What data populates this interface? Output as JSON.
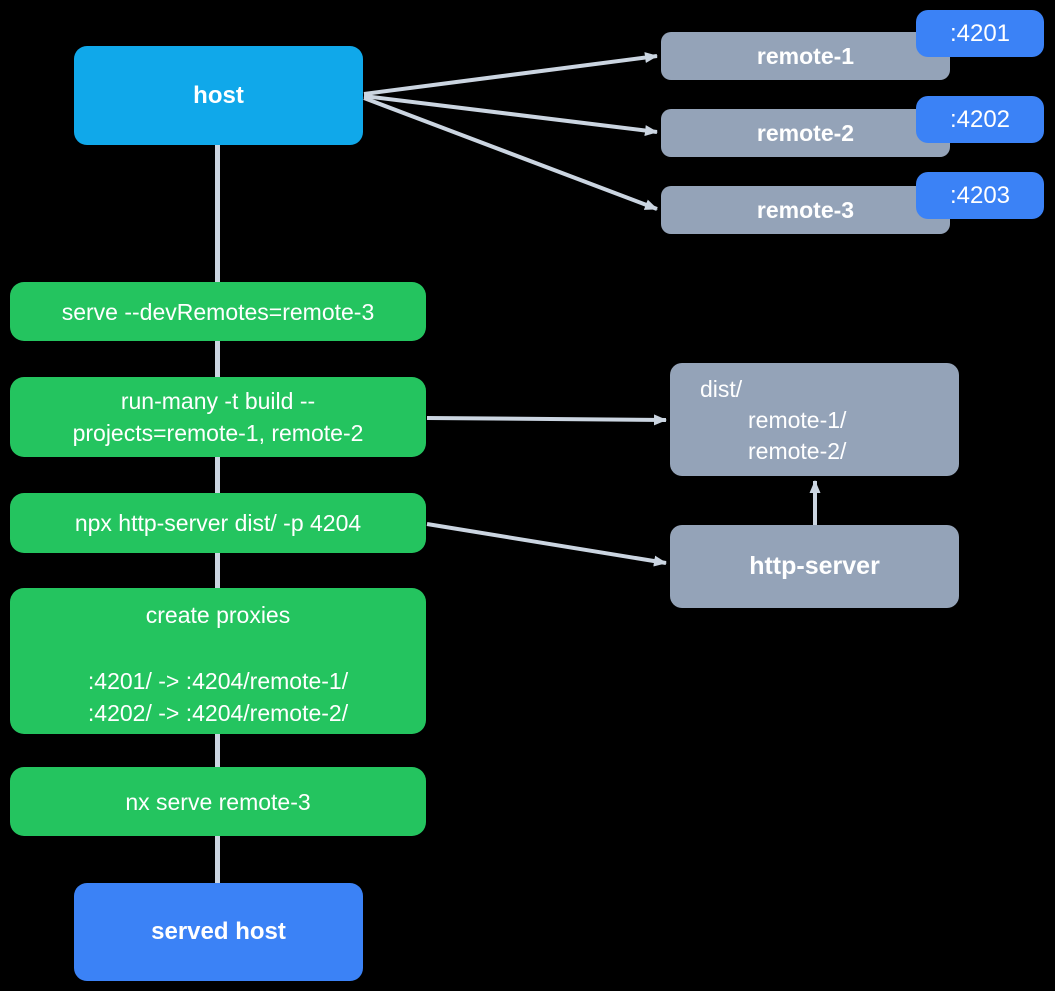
{
  "diagram": {
    "host": {
      "label": "host"
    },
    "remotes": [
      {
        "label": "remote-1",
        "port": ":4201"
      },
      {
        "label": "remote-2",
        "port": ":4202"
      },
      {
        "label": "remote-3",
        "port": ":4203"
      }
    ],
    "commands": [
      {
        "lines": [
          "serve --devRemotes=remote-3"
        ]
      },
      {
        "lines": [
          "run-many -t build --",
          "projects=remote-1, remote-2"
        ]
      },
      {
        "lines": [
          "npx http-server dist/ -p 4204"
        ]
      },
      {
        "title": "create proxies",
        "lines": [
          ":4201/ -> :4204/remote-1/",
          ":4202/ -> :4204/remote-2/"
        ]
      },
      {
        "lines": [
          "nx serve remote-3"
        ]
      }
    ],
    "dist": {
      "lines": [
        "dist/",
        "remote-1/",
        "remote-2/"
      ]
    },
    "http_server": {
      "label": "http-server"
    },
    "served_host": {
      "label": "served host"
    },
    "colors": {
      "host_fill": "#10A8EA",
      "remote_fill": "#94A3B8",
      "port_fill": "#3B82F6",
      "command_fill": "#24C45F",
      "served_host_fill": "#3B82F6",
      "connector": "#CBD5E1",
      "text": "#FFFFFF",
      "background": "#000000"
    }
  }
}
